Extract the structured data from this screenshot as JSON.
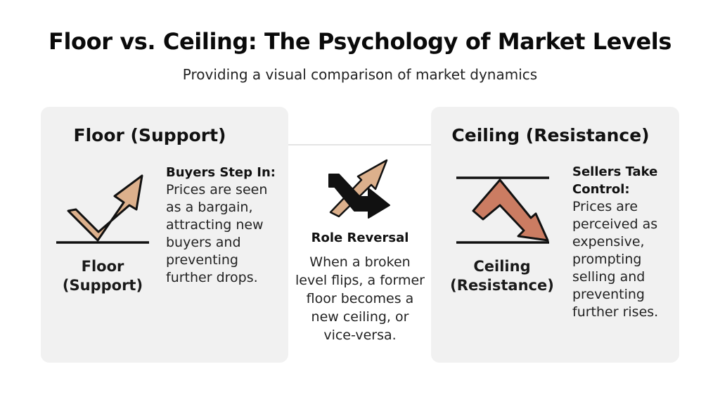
{
  "header": {
    "title": "Floor vs. Ceiling: The Psychology of Market Levels",
    "subtitle": "Providing a visual comparison of market dynamics"
  },
  "floor_card": {
    "title": "Floor (Support)",
    "label_line1": "Floor",
    "label_line2": "(Support)",
    "desc_head": "Buyers Step In:",
    "desc_body": "Prices are seen as a bargain, attracting new buyers and preventing further drops.",
    "icon": "upward-bounce-arrow-icon"
  },
  "ceiling_card": {
    "title": "Ceiling (Resistance)",
    "label_line1": "Ceiling",
    "label_line2": "(Resistance)",
    "desc_head": "Sellers Take Control:",
    "desc_body": "Prices are perceived as expensive, prompting selling and preventing further rises.",
    "icon": "downward-rejection-arrow-icon"
  },
  "center": {
    "title": "Role Reversal",
    "desc": "When a broken level flips, a former floor becomes a new ceiling, or vice-versa.",
    "icon": "crossing-arrows-icon"
  },
  "colors": {
    "floor_arrow": "#dcb08c",
    "ceiling_arrow": "#cb7c62",
    "card_bg": "#f1f1f1",
    "line": "#111111"
  }
}
